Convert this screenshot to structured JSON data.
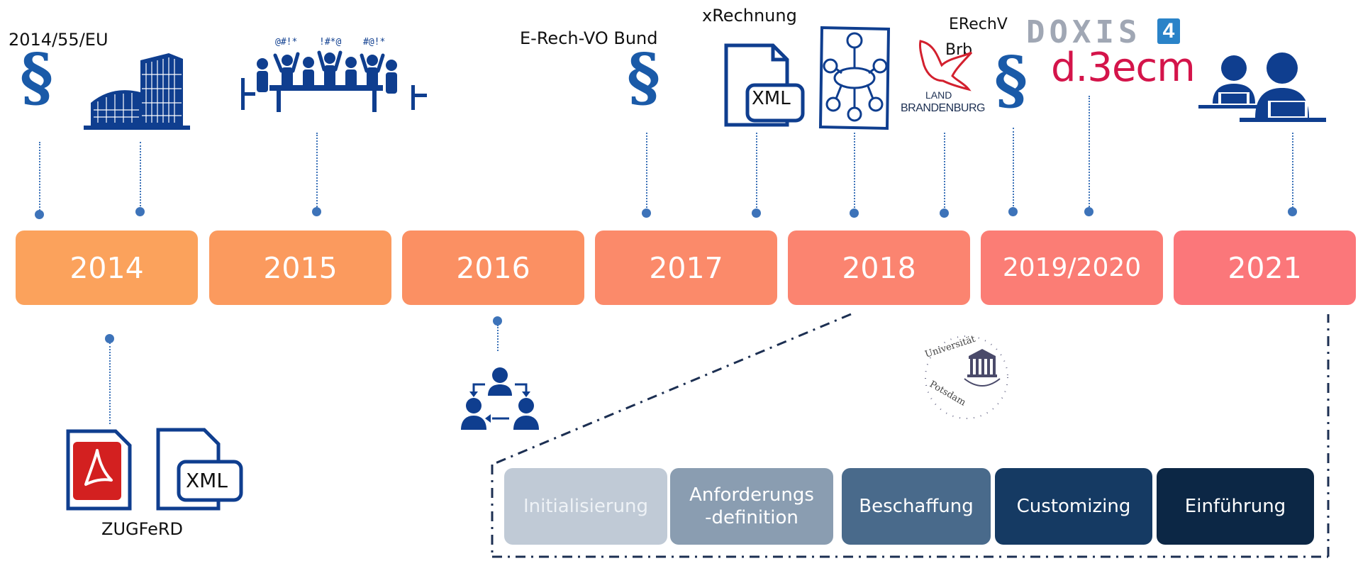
{
  "years": [
    {
      "label": "2014",
      "color": "#fba25c"
    },
    {
      "label": "2015",
      "color": "#fb9a5e"
    },
    {
      "label": "2016",
      "color": "#fb9063"
    },
    {
      "label": "2017",
      "color": "#fb8a6a"
    },
    {
      "label": "2018",
      "color": "#fb8470"
    },
    {
      "label": "2019/2020",
      "color": "#fb7d75"
    },
    {
      "label": "2021",
      "color": "#fb777a"
    }
  ],
  "events_top": {
    "eu_directive": "2014/55/EU",
    "erech_vo_bund": "E-Rech-VO Bund",
    "xrechnung": "xRechnung",
    "xml": "XML",
    "land_brandenburg_line1": "LAND",
    "land_brandenburg_line2": "BRANDENBURG",
    "erechv_line1": "ERechV",
    "erechv_line2": "Brb",
    "doxis": "DOXIS",
    "doxis_version": "4",
    "d3ecm": "d.3ecm",
    "section_symbol": "§",
    "curse_1": "@#!*",
    "curse_2": "!#*@",
    "curse_3": "#@!*"
  },
  "events_bottom": {
    "zugferd": "ZUGFeRD",
    "zugferd_xml": "XML"
  },
  "university_seal": "Universität Potsdam",
  "phases": [
    {
      "label": "Initialisierung",
      "color": "#c0cad6",
      "text_color": "#eef2f6"
    },
    {
      "label": "Anforderungs\n-definition",
      "color": "#8a9db1",
      "text_color": "#ffffff"
    },
    {
      "label": "Beschaffung",
      "color": "#496a8b",
      "text_color": "#ffffff"
    },
    {
      "label": "Customizing",
      "color": "#153a63",
      "text_color": "#ffffff"
    },
    {
      "label": "Einführung",
      "color": "#0c2745",
      "text_color": "#ffffff"
    }
  ],
  "colors": {
    "accent_blue": "#3d73b9",
    "navy": "#1c2f52",
    "icon_blue": "#0f3e8f",
    "acrobat_red": "#e02020"
  }
}
